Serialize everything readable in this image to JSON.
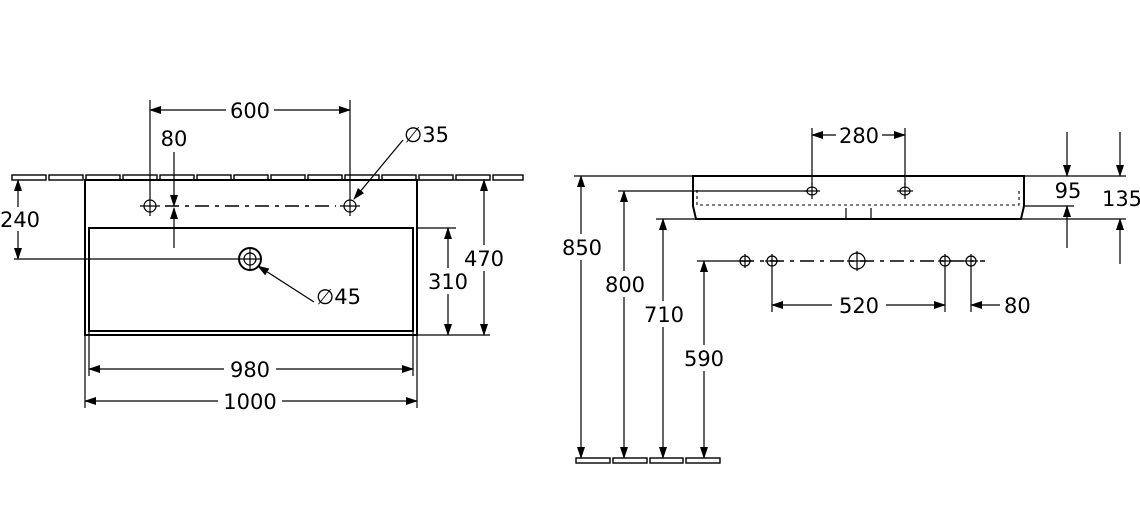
{
  "top_view": {
    "dims": {
      "width_overall": "1000",
      "width_inner": "980",
      "depth_overall": "470",
      "depth_bowl": "310",
      "tap_hole_spacing": "600",
      "tap_offset": "80",
      "drain_offset": "240",
      "tap_hole_diameter": "∅35",
      "drain_diameter": "∅45"
    }
  },
  "side_view": {
    "dims": {
      "tap_spacing_side": "280",
      "height_top": "850",
      "height_tap": "800",
      "height_bowl_bottom": "710",
      "height_waste": "590",
      "basin_depth": "95",
      "rim_height": "135",
      "waste_spacing": "520",
      "waste_offset": "80"
    }
  }
}
